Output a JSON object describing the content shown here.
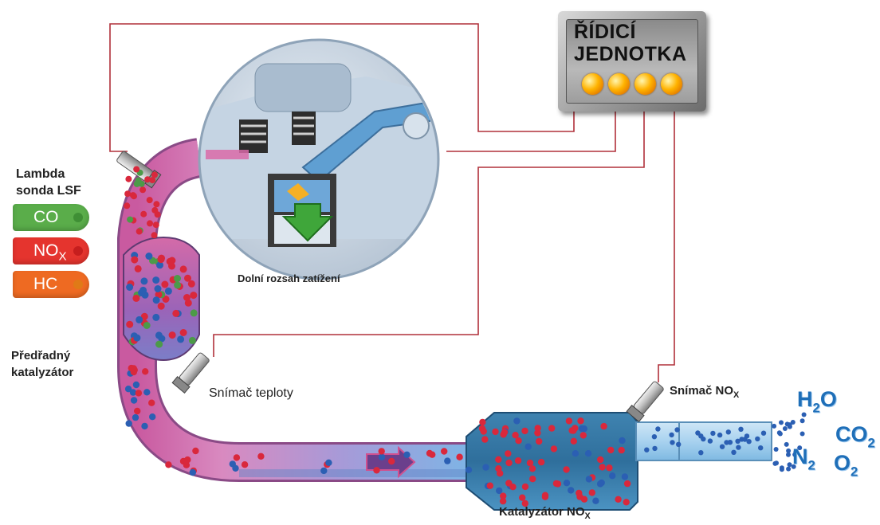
{
  "control_unit": {
    "title": "ŘÍDICÍ\nJEDNOTKA",
    "led_count": 4,
    "led_color": "#ffa000"
  },
  "labels": {
    "lambda_line1": "Lambda",
    "lambda_line2": "sonda LSF",
    "engine_caption": "Dolní rozsah zatížení",
    "precat_line1": "Předřadný",
    "precat_line2": "katalyzátor",
    "temp_sensor": "Snímač teploty",
    "nox_sensor_main": "Snímač NO",
    "nox_sensor_sub": "X",
    "nox_cat_main": "Katalyzátor NO",
    "nox_cat_sub": "X"
  },
  "emission_tags": [
    {
      "main": "CO",
      "sub": "",
      "color": "#5aad4a",
      "dot": "#3f8f35"
    },
    {
      "main": "NO",
      "sub": "X",
      "color": "#e5342e",
      "dot": "#c61e1e"
    },
    {
      "main": "HC",
      "sub": "",
      "color": "#ee6a22",
      "dot": "#e07a17"
    }
  ],
  "products": [
    {
      "main": "H",
      "sub": "2",
      "tail": "O"
    },
    {
      "main": "CO",
      "sub": "2",
      "tail": ""
    },
    {
      "main": "N",
      "sub": "2",
      "tail": ""
    },
    {
      "main": "O",
      "sub": "2",
      "tail": ""
    }
  ],
  "colors": {
    "wire": "#b0303a",
    "pipe_hot": "#d96aa8",
    "pipe_cool": "#6f8fd0",
    "particle_red": "#d9283c",
    "particle_blue": "#2b5fb3",
    "particle_green": "#4c9a48",
    "arrow_green": "#3fa63a"
  }
}
